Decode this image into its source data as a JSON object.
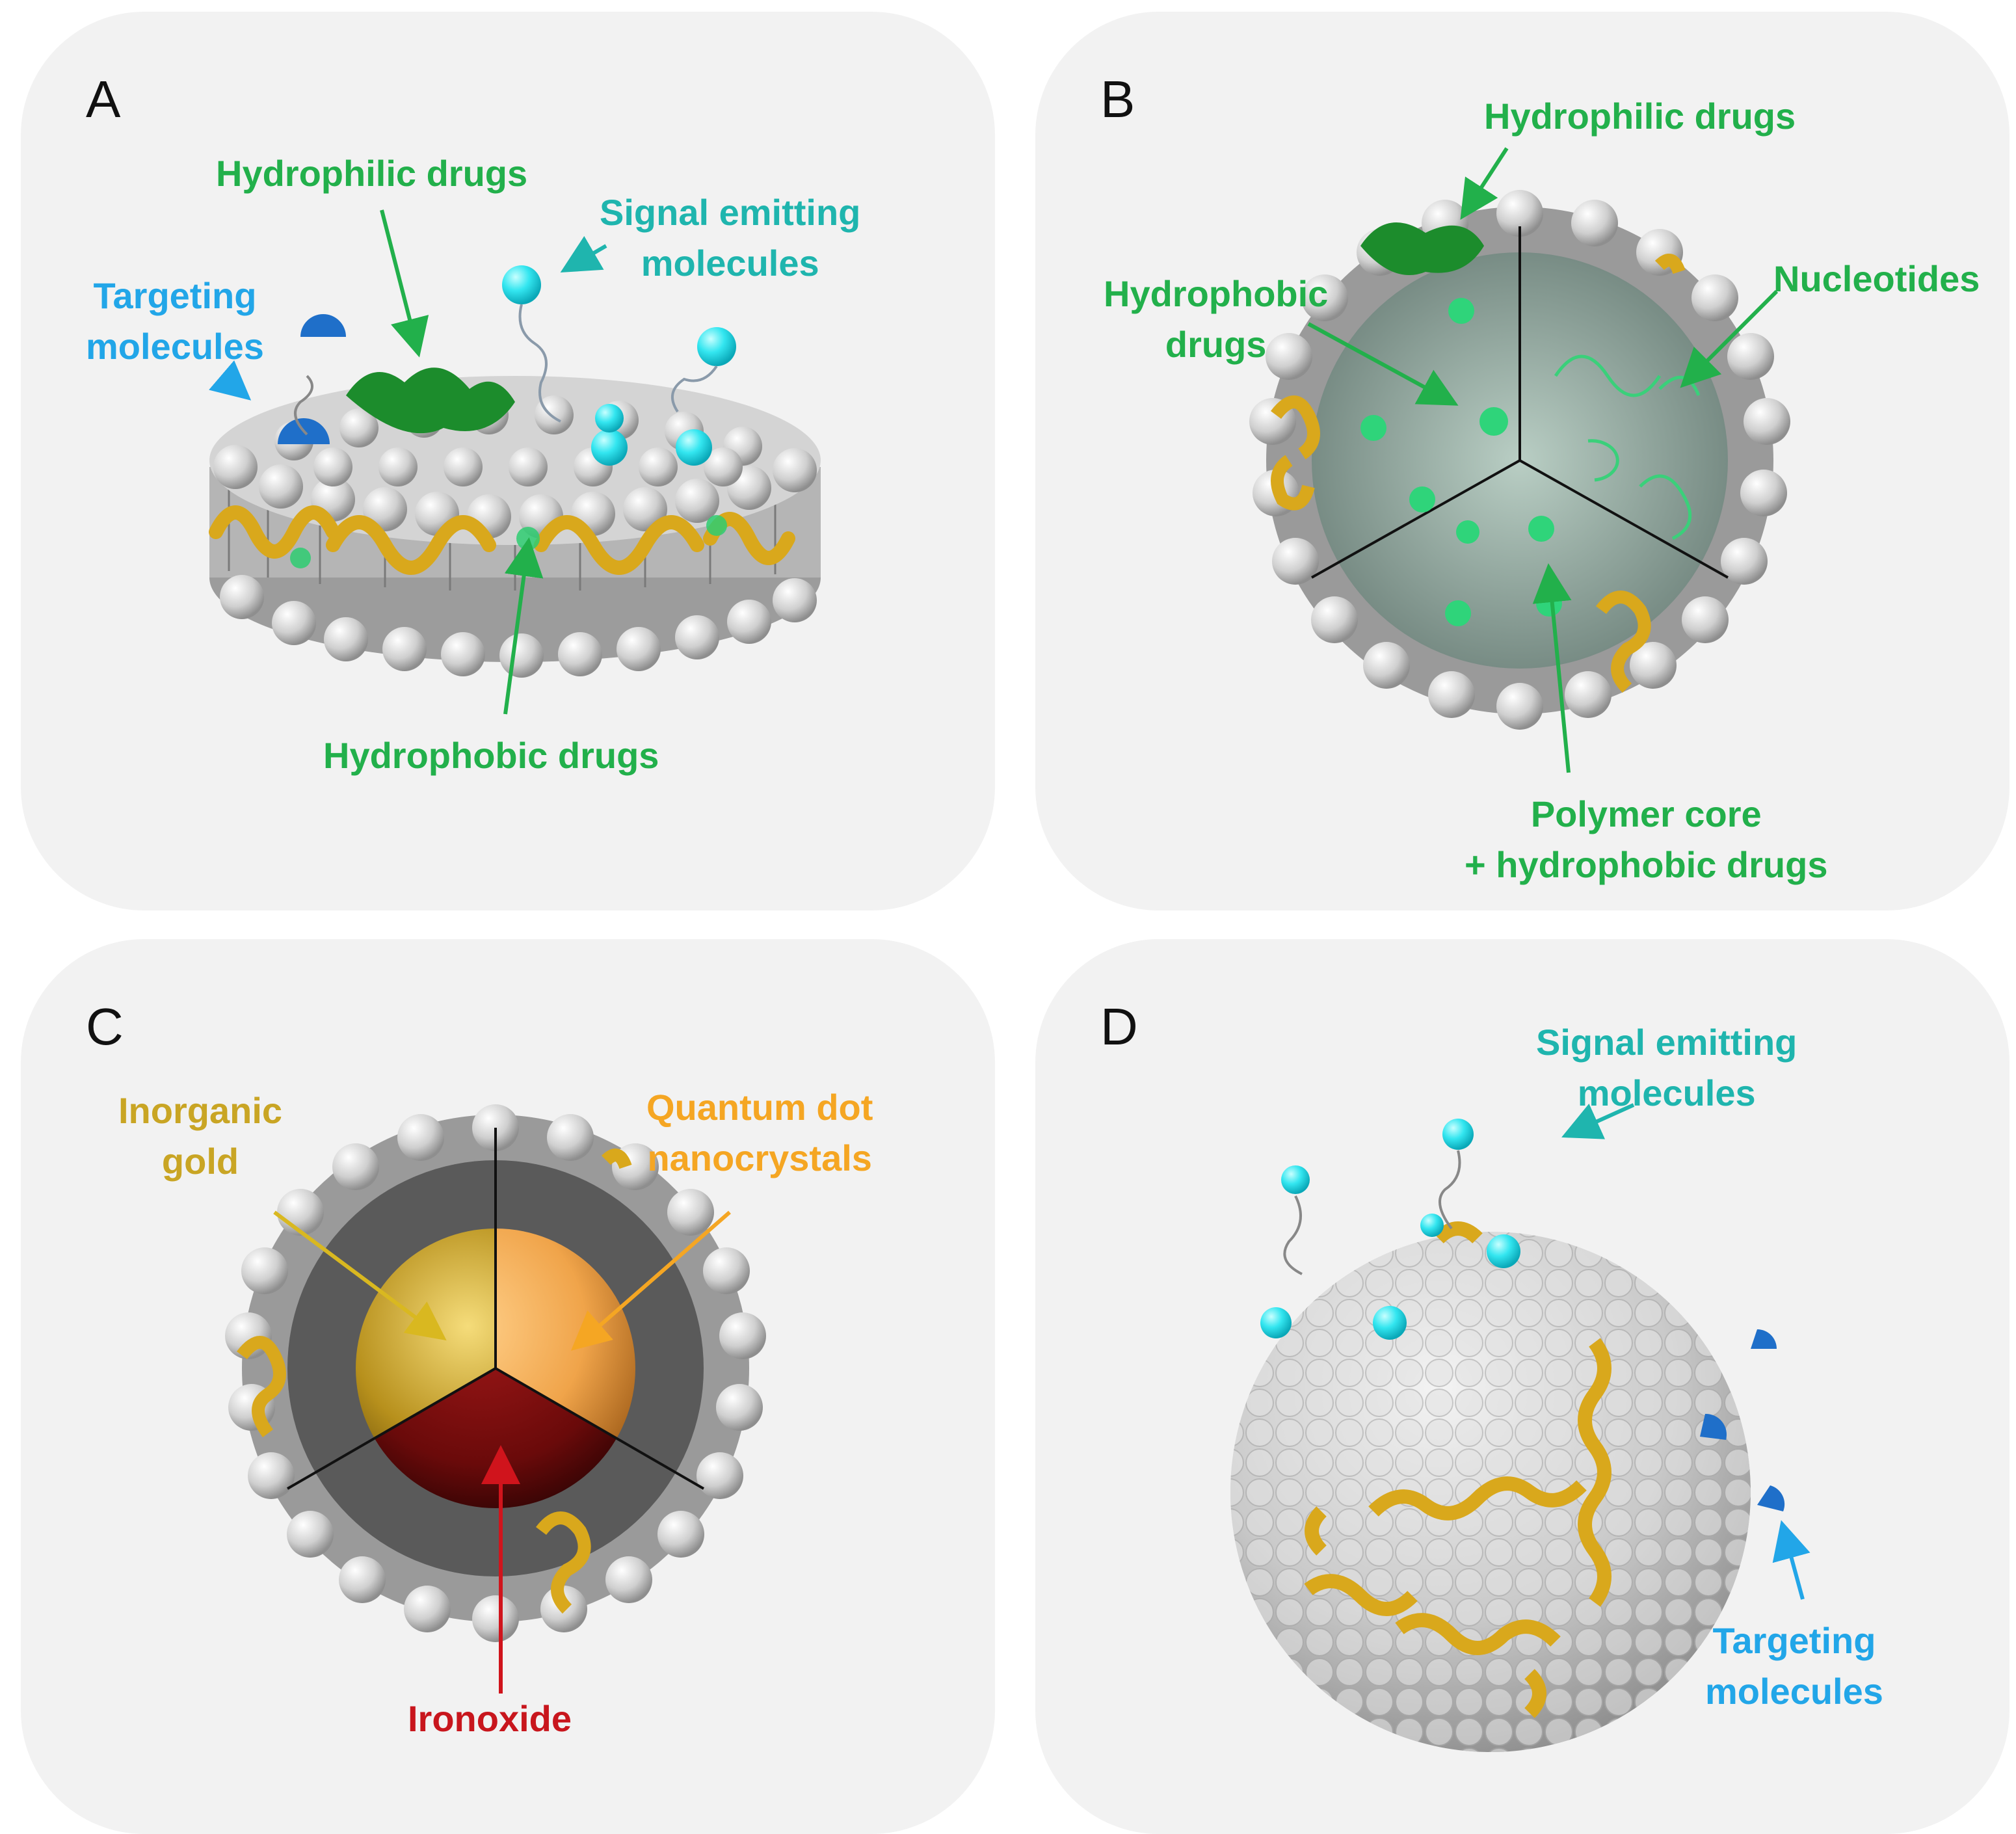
{
  "panels": {
    "a": {
      "letter": "A",
      "hydrophilic": "Hydrophilic drugs",
      "signal": [
        "Signal emitting",
        "molecules"
      ],
      "targeting": [
        "Targeting",
        "molecules"
      ],
      "hydrophobic": "Hydrophobic drugs"
    },
    "b": {
      "letter": "B",
      "hydrophilic": "Hydrophilic drugs",
      "hydrophobic": [
        "Hydrophobic",
        "drugs"
      ],
      "nucleotides": "Nucleotides",
      "polymer": [
        "Polymer core",
        "+ hydrophobic drugs"
      ]
    },
    "c": {
      "letter": "C",
      "gold": [
        "Inorganic",
        "gold"
      ],
      "quantum": [
        "Quantum dot",
        "nanocrystals"
      ],
      "iron": "Ironoxide"
    },
    "d": {
      "letter": "D",
      "signal": [
        "Signal emitting",
        "molecules"
      ],
      "targeting": [
        "Targeting",
        "molecules"
      ]
    }
  },
  "colors": {
    "panel_bg": "#f2f2f2",
    "hydrophilic_green": "#22b04b",
    "signal_teal": "#1fb5ae",
    "targeting_blue": "#22a6e8",
    "gold": "#c9a524",
    "quantum_orange": "#f5a623",
    "iron_red": "#c8161d",
    "lipid_head": "#d9d9d9",
    "peptide_helix": "#e0b020",
    "signal_sphere": "#33e6f0",
    "targeting_cap": "#1f6fc9"
  }
}
